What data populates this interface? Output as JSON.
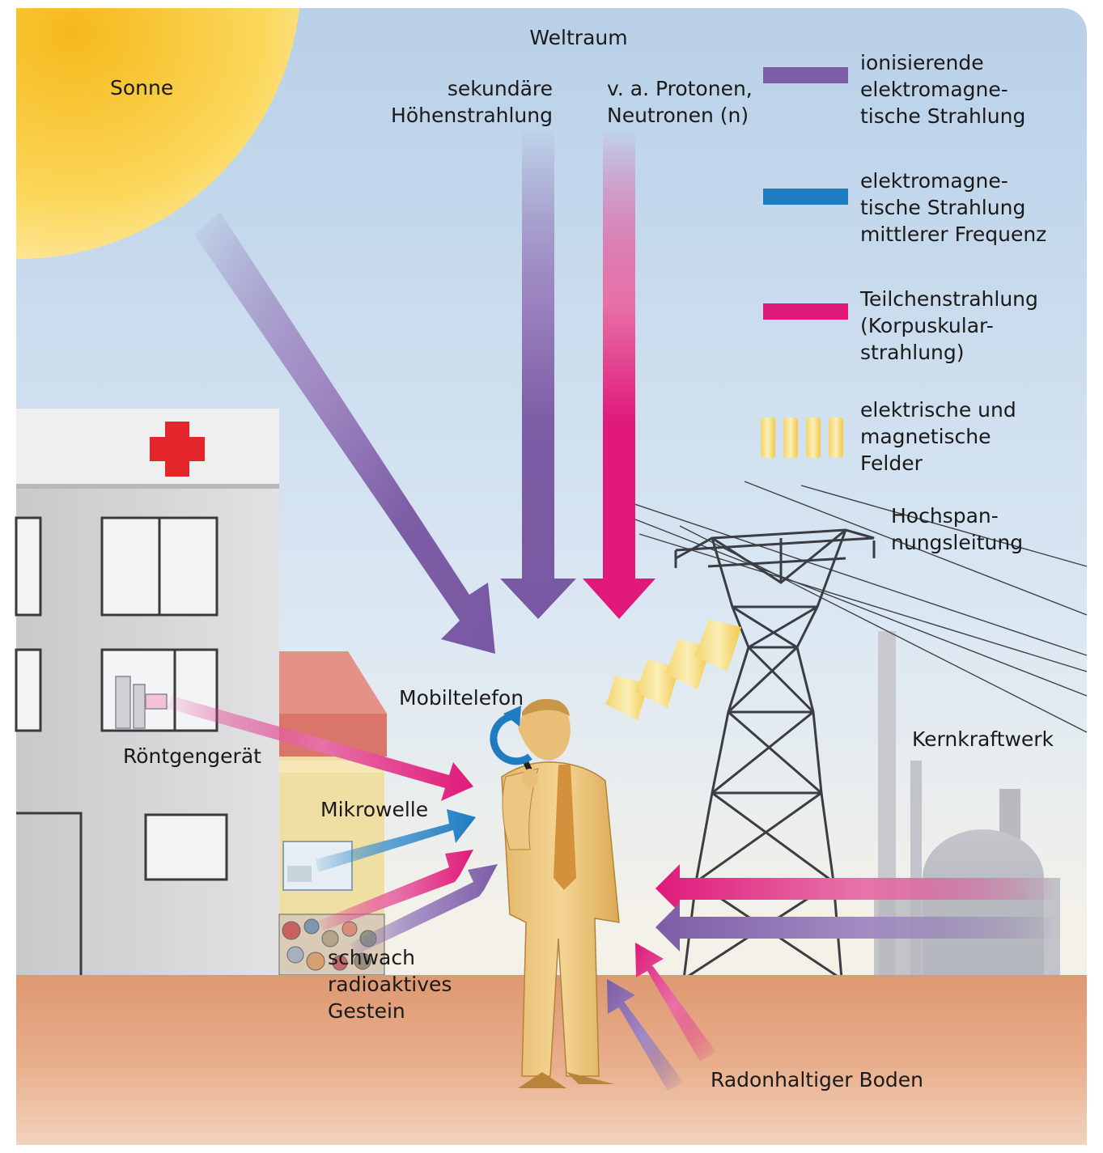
{
  "labels": {
    "space": "Weltraum",
    "sun": "Sonne",
    "secondary_cosmic_1": "sekundäre",
    "secondary_cosmic_2": "Höhenstrahlung",
    "protons_1": "v. a. Protonen,",
    "protons_2": "Neutronen (n)",
    "power_line_1": "Hochspan-",
    "power_line_2": "nungsleitung",
    "mobile_phone": "Mobiltelefon",
    "xray": "Röntgengerät",
    "microwave": "Mikrowelle",
    "rock_1": "schwach",
    "rock_2": "radioaktives",
    "rock_3": "Gestein",
    "nuclear_plant": "Kernkraftwerk",
    "radon_soil": "Radonhaltiger Boden"
  },
  "legend": [
    {
      "lines": [
        "ionisierende",
        "elektromagne-",
        "tische Strahlung"
      ],
      "color": "#7d5da6"
    },
    {
      "lines": [
        "elektromagne-",
        "tische Strahlung",
        "mittlerer Frequenz"
      ],
      "color": "#1f7cc0"
    },
    {
      "lines": [
        "Teilchenstrahlung",
        "(Korpuskular-",
        "strahlung)"
      ],
      "color": "#e0197a"
    },
    {
      "lines": [
        "elektrische und",
        "magnetische",
        "Felder"
      ],
      "color": "#f2c94c"
    }
  ],
  "colors": {
    "ionizing": "#7d5da6",
    "medium_freq": "#1f7cc0",
    "particle": "#e0197a",
    "fields": "#f2c94c",
    "sky_top": "#bcd3ea",
    "ground": "#e7a884",
    "sun": "#f7c83a",
    "cross": "#e4262c"
  }
}
